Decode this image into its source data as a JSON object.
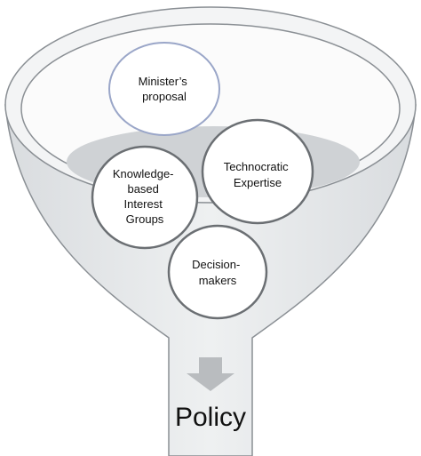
{
  "diagram": {
    "circles": [
      {
        "id": "minister",
        "lines": [
          "Minister’s",
          "proposal"
        ]
      },
      {
        "id": "technocratic",
        "lines": [
          "Technocratic",
          "Expertise"
        ]
      },
      {
        "id": "knowledge",
        "lines": [
          "Knowledge-",
          "based",
          "Interest",
          "Groups"
        ]
      },
      {
        "id": "decision",
        "lines": [
          "Decision-",
          "makers"
        ]
      }
    ],
    "output": {
      "label": "Policy"
    }
  },
  "colors": {
    "funnel_fill": "#e6e8ea",
    "funnel_stroke": "#8a8f94",
    "liquid_fill": "#cfd2d5",
    "rim_fill": "#fafafa",
    "circle_stroke_primary": "#9aa6c8",
    "circle_stroke_dark": "#6b6f73",
    "arrow_fill": "#b9bcbf"
  }
}
